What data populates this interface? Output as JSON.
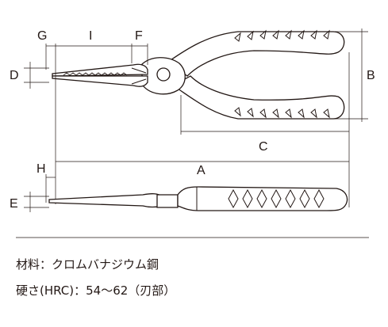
{
  "dimension_labels": {
    "A": "A",
    "B": "B",
    "C": "C",
    "D": "D",
    "E": "E",
    "F": "F",
    "G": "G",
    "H": "H",
    "I": "I"
  },
  "specs": {
    "material": "材料：クロムバナジウム鋼",
    "hardness": "硬さ(HRC)：54〜62（刃部）"
  }
}
